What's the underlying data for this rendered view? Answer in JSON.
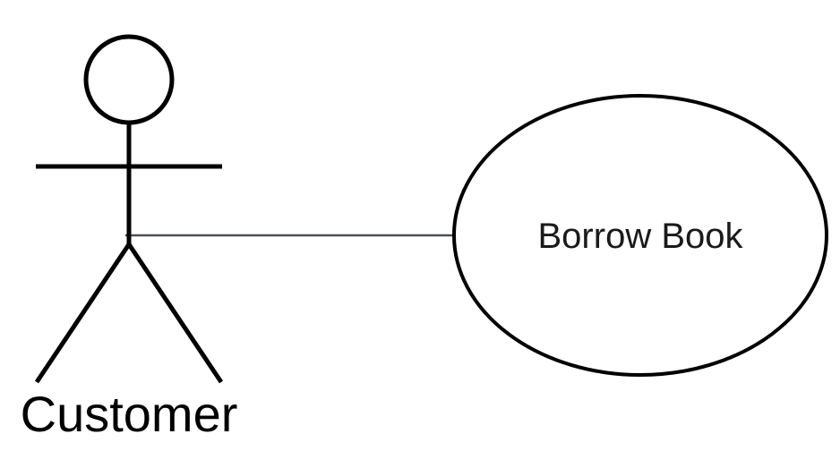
{
  "diagram": {
    "type": "uml-use-case",
    "actor": {
      "name": "Customer"
    },
    "use_case": {
      "label": "Borrow Book"
    },
    "association": {
      "from": "Customer",
      "to": "Borrow Book"
    },
    "colors": {
      "stroke": "#000000",
      "association_line": "#4a5058",
      "background": "#ffffff"
    }
  }
}
